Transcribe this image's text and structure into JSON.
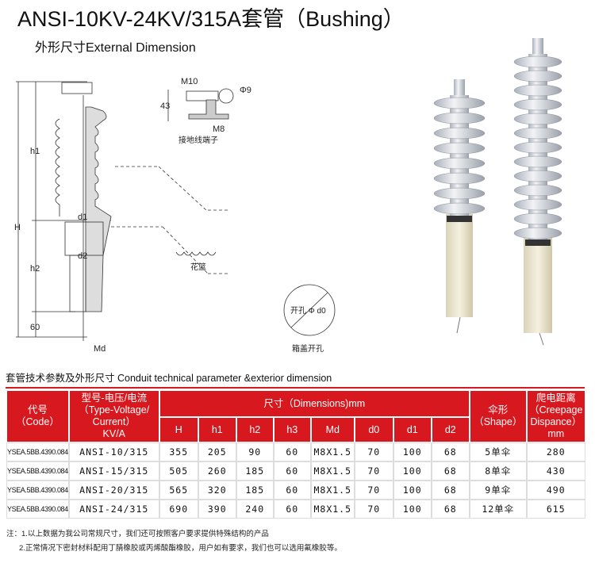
{
  "title": "ANSI-10KV-24KV/315A套管（Bushing）",
  "subtitle": "外形尺寸External Dimension",
  "drawing": {
    "labels": {
      "H": "H",
      "h1": "h1",
      "h2": "h2",
      "sixty": "60",
      "d1": "d1",
      "d2": "d2",
      "Md": "Md",
      "M10": "M10",
      "phi9": "Φ9",
      "n43": "43",
      "M8": "M8",
      "ground_terminal": "接地线端子",
      "flower_basket": "花篮",
      "hole": "开孔 Φ d0",
      "cover_hole": "箱盖开孔"
    }
  },
  "table": {
    "caption": "套管技术参数及外形尺寸 Conduit technical parameter &exterior dimension",
    "headers": {
      "code": [
        "代号",
        "（Code）"
      ],
      "type": [
        "型号-电压/电流",
        "（Type-Voltage/",
        "Current）",
        "KV/A"
      ],
      "dimensions": "尺寸（Dimensions)mm",
      "dims": [
        "H",
        "h1",
        "h2",
        "h3",
        "Md",
        "d0",
        "d1",
        "d2"
      ],
      "shape": [
        "伞形",
        "（Shape）"
      ],
      "creepage": [
        "爬电距离",
        "（Creepage",
        "Dispance）",
        "mm"
      ]
    },
    "rows": [
      [
        "YSEA.5BB.4390.084",
        "ANSI-10/315",
        "355",
        "205",
        "90",
        "60",
        "M8X1.5",
        "70",
        "100",
        "68",
        "5单伞",
        "280"
      ],
      [
        "YSEA.5BB.4390.084",
        "ANSI-15/315",
        "505",
        "260",
        "185",
        "60",
        "M8X1.5",
        "70",
        "100",
        "68",
        "8单伞",
        "430"
      ],
      [
        "YSEA.5BB.4390.084",
        "ANSI-20/315",
        "565",
        "320",
        "185",
        "60",
        "M8X1.5",
        "70",
        "100",
        "68",
        "9单伞",
        "490"
      ],
      [
        "YSEA.5BB.4390.084",
        "ANSI-24/315",
        "690",
        "390",
        "240",
        "60",
        "M8X1.5",
        "70",
        "100",
        "68",
        "12单伞",
        "615"
      ]
    ]
  },
  "notes": [
    "注：1.以上数据为我公司常规尺寸，我们还可按照客户要求提供特殊结构的产品",
    "2.正常情况下密封材料配用丁腈橡胶或丙烯酸酯橡胶，用户如有要求，我们也可以选用氟橡胶等。"
  ],
  "colors": {
    "accent": "#d7181f"
  }
}
